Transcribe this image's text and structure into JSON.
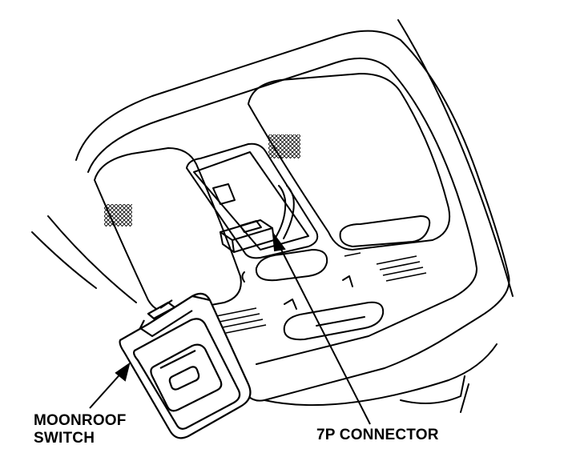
{
  "labels": {
    "moonroof_switch": [
      "MOONROOF",
      "SWITCH"
    ],
    "connector": "7P CONNECTOR"
  },
  "colors": {
    "line": "#000000",
    "background": "#ffffff"
  }
}
